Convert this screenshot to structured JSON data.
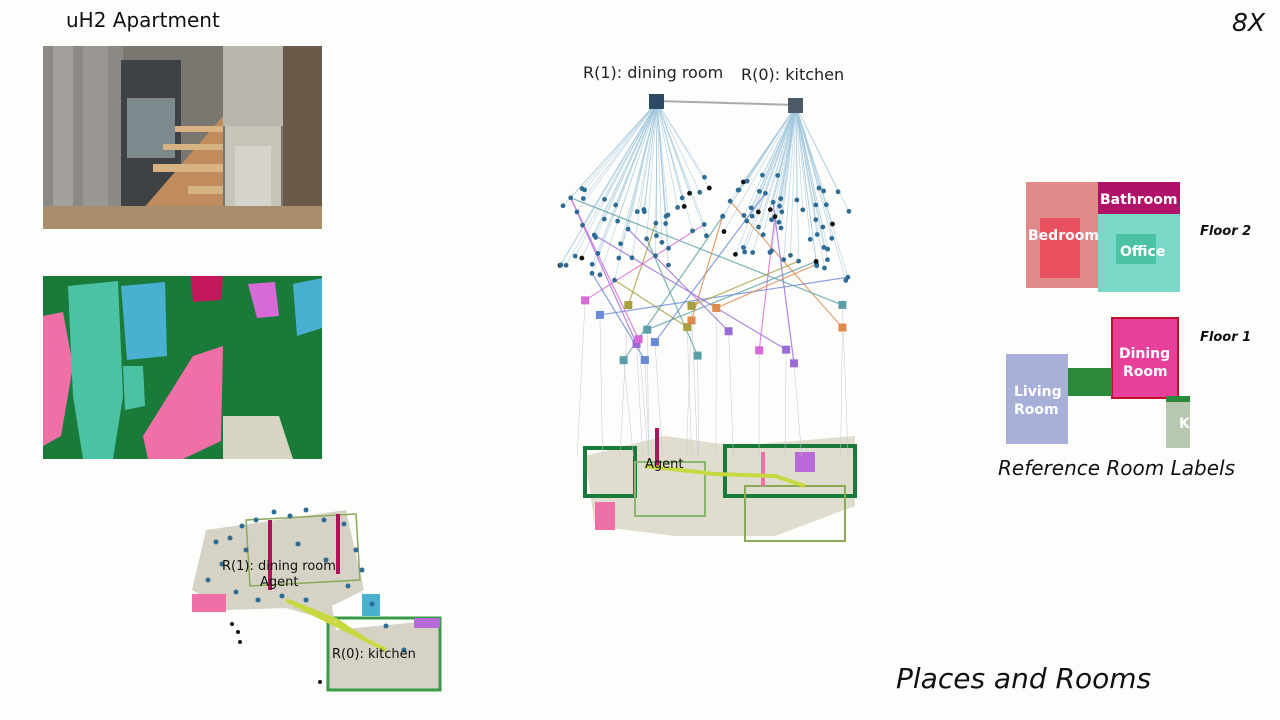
{
  "page": {
    "title": "uH2 Apartment",
    "speed": "8X",
    "section_label": "Places and Rooms"
  },
  "graph": {
    "room_1": "R(1):  dining  room",
    "room_0": "R(0):  kitchen"
  },
  "minimap": {
    "room_1": "R(1):  dining  room",
    "agent": "Agent",
    "room_0": "R(0):  kitchen"
  },
  "reference": {
    "caption": "Reference Room Labels",
    "floor2": "Floor 2",
    "floor1": "Floor 1",
    "rooms": {
      "bathroom": "Bathroom",
      "bedroom": "Bedroom",
      "office": "Office",
      "dining_1": "Dining",
      "dining_2": "Room",
      "living_1": "Living",
      "living_2": "Room",
      "kitchen": "Kitchen"
    }
  },
  "colors": {
    "seg_green": "#1a7a3a",
    "seg_teal": "#4cc2a4",
    "seg_pink": "#ef6fa6",
    "seg_blue": "#4ab0d0",
    "seg_magenta": "#c2185b",
    "seg_violet": "#d86ad8",
    "seg_gray": "#d8d4c4",
    "room_node": "#2c4a64"
  }
}
